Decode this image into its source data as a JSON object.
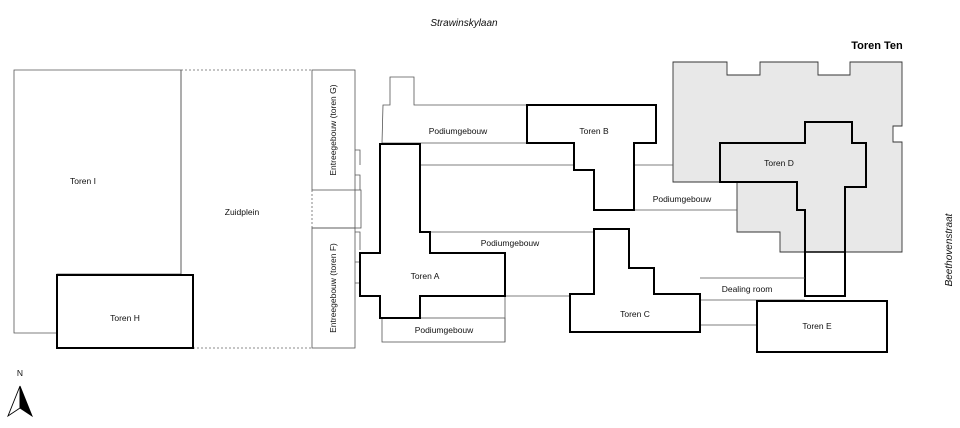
{
  "streets": {
    "north": "Strawinskylaan",
    "east": "Beethovenstraat"
  },
  "highlight": {
    "title": "Toren Ten",
    "fill_color": "#e8e8e8"
  },
  "labels": {
    "toren_i": "Toren I",
    "toren_h": "Toren H",
    "zuidplein": "Zuidplein",
    "entree_g": "Entreegebouw (toren G)",
    "entree_f": "Entreegebouw (toren F)",
    "toren_a": "Toren A",
    "toren_b": "Toren B",
    "toren_c": "Toren C",
    "toren_d": "Toren D",
    "toren_e": "Toren E",
    "podium_1": "Podiumgebouw",
    "podium_2": "Podiumgebouw",
    "podium_3": "Podiumgebouw",
    "podium_4": "Podiumgebouw",
    "dealing_room": "Dealing room"
  },
  "compass": {
    "label": "N",
    "icon": "north-arrow-icon"
  }
}
